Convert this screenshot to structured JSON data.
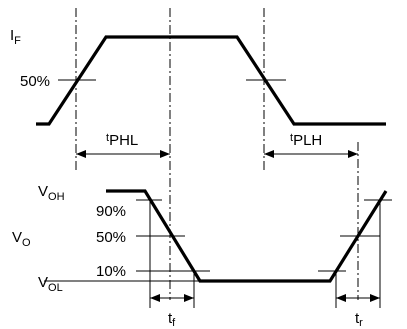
{
  "labels": {
    "if_main": "I",
    "if_sub": "F",
    "if_50": "50%",
    "tphl_main": "t",
    "tphl_sub": "PHL",
    "tplh_main": "t",
    "tplh_sub": "PLH",
    "voh_main": "V",
    "voh_sub": "OH",
    "vo_main": "V",
    "vo_sub": "O",
    "vol_main": "V",
    "vol_sub": "OL",
    "vo_90": "90%",
    "vo_50": "50%",
    "vo_10": "10%",
    "tf_main": "t",
    "tf_sub": "f",
    "tr_main": "t",
    "tr_sub": "r"
  }
}
